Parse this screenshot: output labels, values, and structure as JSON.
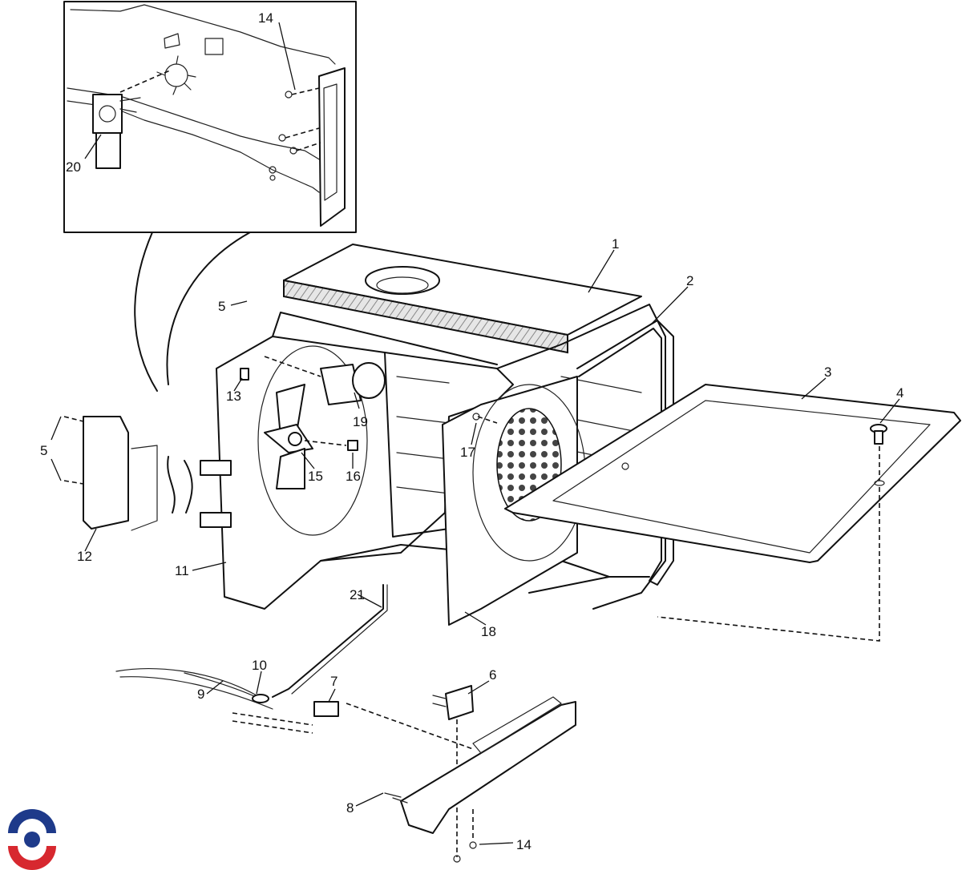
{
  "callouts": [
    {
      "id": "c1",
      "text": "1"
    },
    {
      "id": "c2",
      "text": "2"
    },
    {
      "id": "c3",
      "text": "3"
    },
    {
      "id": "c4",
      "text": "4"
    },
    {
      "id": "c5a",
      "text": "5"
    },
    {
      "id": "c5b",
      "text": "5"
    },
    {
      "id": "c6",
      "text": "6"
    },
    {
      "id": "c7",
      "text": "7"
    },
    {
      "id": "c8",
      "text": "8"
    },
    {
      "id": "c9",
      "text": "9"
    },
    {
      "id": "c10",
      "text": "10"
    },
    {
      "id": "c11",
      "text": "11"
    },
    {
      "id": "c12",
      "text": "12"
    },
    {
      "id": "c13",
      "text": "13"
    },
    {
      "id": "c14a",
      "text": "14"
    },
    {
      "id": "c14b",
      "text": "14"
    },
    {
      "id": "c15",
      "text": "15"
    },
    {
      "id": "c16",
      "text": "16"
    },
    {
      "id": "c17",
      "text": "17"
    },
    {
      "id": "c18",
      "text": "18"
    },
    {
      "id": "c19",
      "text": "19"
    },
    {
      "id": "c20",
      "text": "20"
    },
    {
      "id": "c21",
      "text": "21"
    }
  ],
  "colors": {
    "line": "#111111",
    "logo_blue": "#1e3a8a",
    "logo_red": "#d7282f",
    "insulation": "#bdbdbd"
  }
}
